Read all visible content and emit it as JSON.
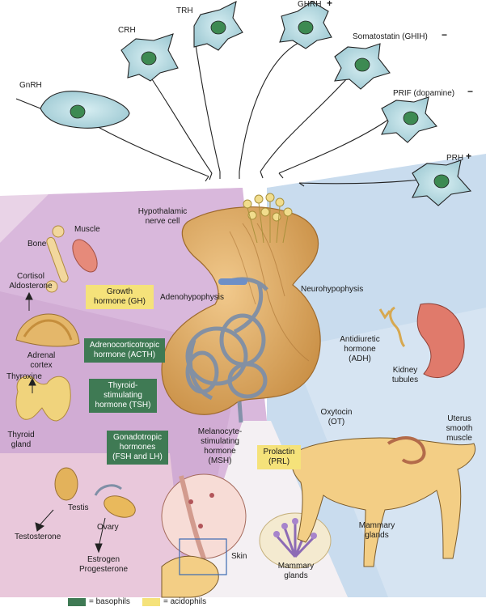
{
  "releasing_hormones": {
    "gnrh": "GnRH",
    "crh": "CRH",
    "trh": "TRH",
    "ghrh": "GHRH",
    "ghrh_sign": "+",
    "somatostatin": "Somatostatin (GHIH)",
    "somatostatin_sign": "−",
    "prif": "PRIF (dopamine)",
    "prif_sign": "−",
    "prh": "PRH",
    "prh_sign": "+"
  },
  "pituitary": {
    "hypothalamic_cell": [
      "Hypothalamic",
      "nerve cell"
    ],
    "adenohypophysis": "Adenohypophysis",
    "neurohypophysis": "Neurohypophysis"
  },
  "anterior_hormones": {
    "gh": [
      "Growth",
      "hormone (GH)"
    ],
    "acth": [
      "Adrenocorticotropic",
      "hormone (ACTH)"
    ],
    "tsh": [
      "Thyroid-",
      "stimulating",
      "hormone (TSH)"
    ],
    "gonadotropic": [
      "Gonadotropic",
      "hormones",
      "(FSH and LH)"
    ],
    "msh": [
      "Melanocyte-",
      "stimulating",
      "hormone",
      "(MSH)"
    ],
    "prl": [
      "Prolactin",
      "(PRL)"
    ]
  },
  "posterior_hormones": {
    "adh": [
      "Antidiuretic",
      "hormone",
      "(ADH)"
    ],
    "ot": [
      "Oxytocin",
      "(OT)"
    ]
  },
  "targets": {
    "bone": "Bone",
    "muscle": "Muscle",
    "cortisol": [
      "Cortisol",
      "Aldosterone"
    ],
    "adrenal": [
      "Adrenal",
      "cortex"
    ],
    "thyroxine": "Thyroxine",
    "thyroid": [
      "Thyroid",
      "gland"
    ],
    "testis": "Testis",
    "testosterone": "Testosterone",
    "ovary": "Ovary",
    "estrogen": [
      "Estrogen",
      "Progesterone"
    ],
    "skin": "Skin",
    "mammary_left": [
      "Mammary",
      "glands"
    ],
    "kidney": [
      "Kidney",
      "tubules"
    ],
    "uterus": [
      "Uterus",
      "smooth",
      "muscle"
    ],
    "mammary_right": [
      "Mammary",
      "glands"
    ]
  },
  "legend": {
    "basophils": "= basophils",
    "acidophils": "= acidophils"
  },
  "colors": {
    "basophil": "#3f7a54",
    "acidophil": "#f5e27a",
    "cell": "#a9d3dc",
    "nucleus": "#3d8a52",
    "gland": "#d9a45f",
    "vessels": "#7f8fa6",
    "purple_region": "#d9b8dc",
    "blue_region": "#c9dcee"
  }
}
